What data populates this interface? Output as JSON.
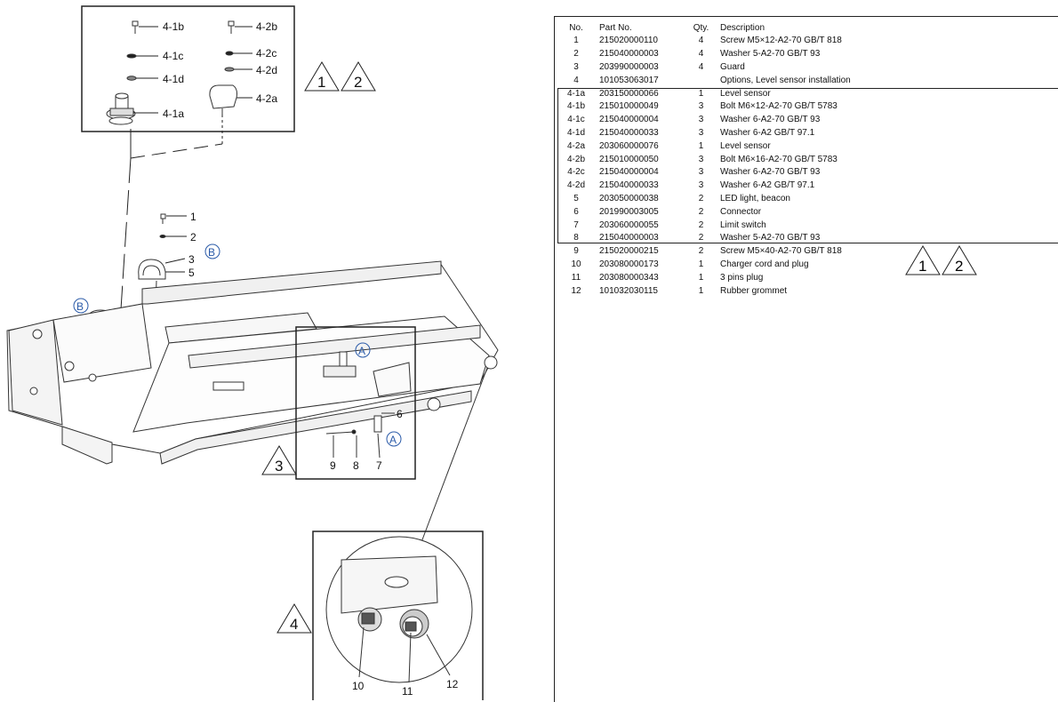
{
  "diagram": {
    "callouts_group4": [
      "4-1b",
      "4-1c",
      "4-1d",
      "4-1a",
      "4-2b",
      "4-2c",
      "4-2d",
      "4-2a"
    ],
    "callouts_top": [
      "1",
      "2",
      "3",
      "5"
    ],
    "callouts_middle": [
      "6",
      "9",
      "8",
      "7"
    ],
    "callouts_bottom": [
      "10",
      "11",
      "12"
    ],
    "view_markers": {
      "A": "A",
      "B": "B"
    },
    "triangles": {
      "t1": "1",
      "t2": "2",
      "t3": "3",
      "t4": "4"
    }
  },
  "table": {
    "headers": {
      "no": "No.",
      "part": "Part No.",
      "qty": "Qty.",
      "desc": "Description"
    },
    "rows": [
      {
        "no": "1",
        "part": "215020000110",
        "qty": "4",
        "desc": "Screw M5×12-A2-70 GB/T 818"
      },
      {
        "no": "2",
        "part": "215040000003",
        "qty": "4",
        "desc": "Washer 5-A2-70 GB/T 93"
      },
      {
        "no": "3",
        "part": "203990000003",
        "qty": "4",
        "desc": "Guard"
      },
      {
        "no": "4",
        "part": "101053063017",
        "qty": "",
        "desc": "Options, Level sensor installation"
      },
      {
        "no": "4-1a",
        "part": "203150000066",
        "qty": "1",
        "desc": "Level sensor"
      },
      {
        "no": "4-1b",
        "part": "215010000049",
        "qty": "3",
        "desc": "Bolt M6×12-A2-70 GB/T 5783"
      },
      {
        "no": "4-1c",
        "part": "215040000004",
        "qty": "3",
        "desc": "Washer 6-A2-70 GB/T 93"
      },
      {
        "no": "4-1d",
        "part": "215040000033",
        "qty": "3",
        "desc": "Washer 6-A2 GB/T 97.1"
      },
      {
        "no": "4-2a",
        "part": "203060000076",
        "qty": "1",
        "desc": "Level sensor"
      },
      {
        "no": "4-2b",
        "part": "215010000050",
        "qty": "3",
        "desc": "Bolt M6×16-A2-70 GB/T 5783"
      },
      {
        "no": "4-2c",
        "part": "215040000004",
        "qty": "3",
        "desc": "Washer 6-A2-70 GB/T 93"
      },
      {
        "no": "4-2d",
        "part": "215040000033",
        "qty": "3",
        "desc": "Washer 6-A2 GB/T 97.1"
      },
      {
        "no": "5",
        "part": "203050000038",
        "qty": "2",
        "desc": "LED light, beacon"
      },
      {
        "no": "6",
        "part": "201990003005",
        "qty": "2",
        "desc": "Connector"
      },
      {
        "no": "7",
        "part": "203060000055",
        "qty": "2",
        "desc": "Limit switch"
      },
      {
        "no": "8",
        "part": "215040000003",
        "qty": "2",
        "desc": "Washer 5-A2-70 GB/T 93"
      },
      {
        "no": "9",
        "part": "215020000215",
        "qty": "2",
        "desc": "Screw M5×40-A2-70 GB/T 818"
      },
      {
        "no": "10",
        "part": "203080000173",
        "qty": "1",
        "desc": "Charger cord and plug"
      },
      {
        "no": "11",
        "part": "203080000343",
        "qty": "1",
        "desc": "3 pins plug"
      },
      {
        "no": "12",
        "part": "101032030115",
        "qty": "1",
        "desc": "Rubber grommet"
      }
    ],
    "triangles": [
      "1",
      "2"
    ]
  }
}
